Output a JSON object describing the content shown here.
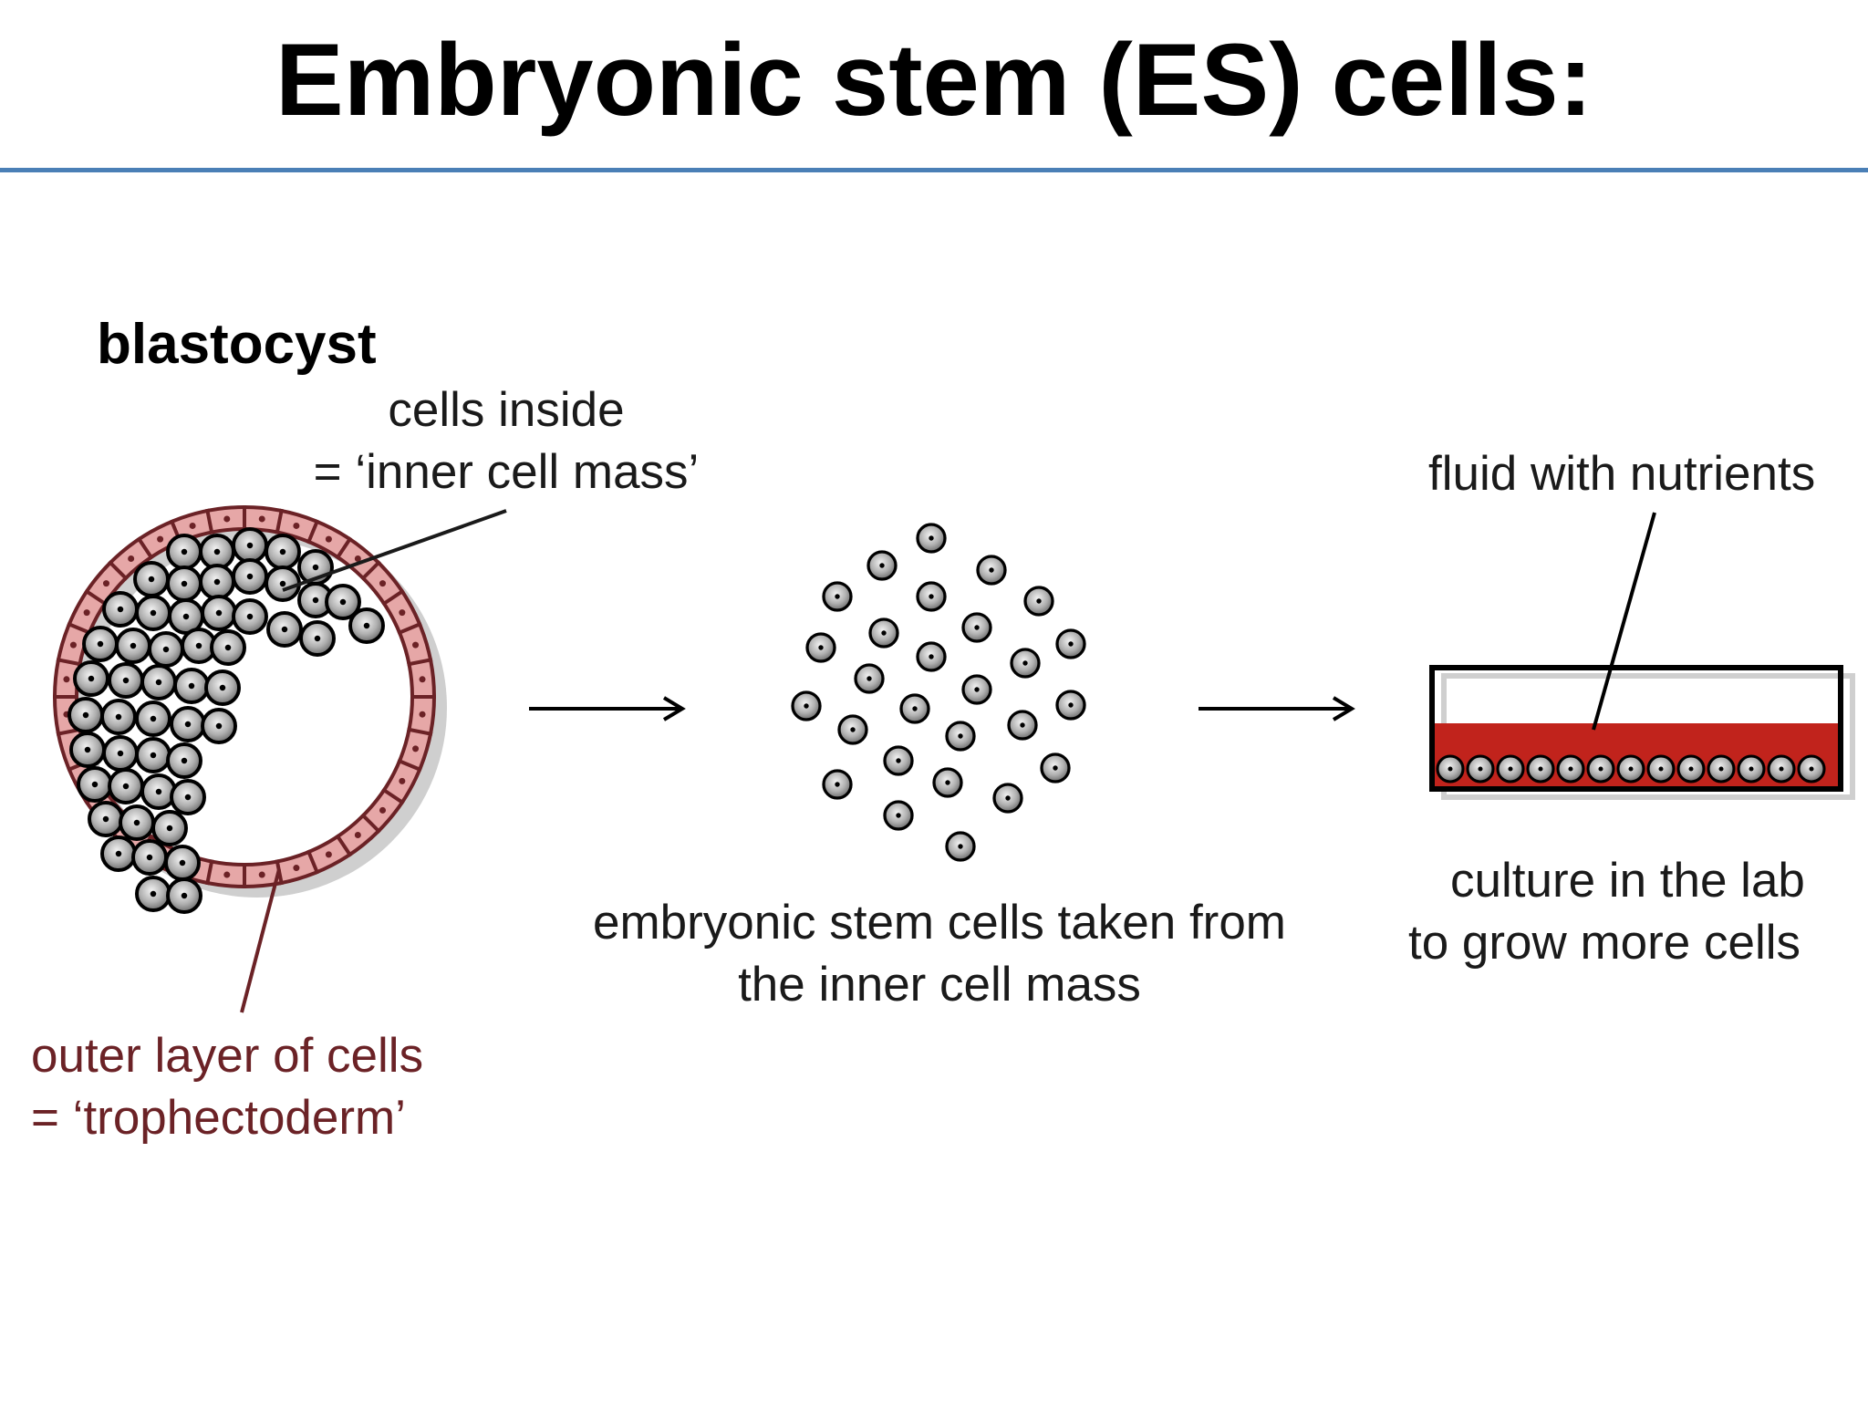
{
  "title": "Embryonic stem (ES) cells:",
  "labels": {
    "blastocyst": "blastocyst",
    "inner_line1": "cells inside",
    "inner_line2": "= ‘inner cell mass’",
    "outer_line1": "outer layer of cells",
    "outer_line2": "= ‘trophectoderm’",
    "es_line1": "embryonic stem cells taken from",
    "es_line2": "the inner cell mass",
    "fluid": "fluid with nutrients",
    "culture_line1": "culture in the lab",
    "culture_line2": "to grow more cells"
  },
  "colors": {
    "trophectoderm": "#6b2226",
    "trophectoderm_fill": "#e6a7a7",
    "cell_fill": "#9a9a9a",
    "cell_outline": "#000000",
    "medium": "#c1231c",
    "rule": "#4a7fb6"
  }
}
